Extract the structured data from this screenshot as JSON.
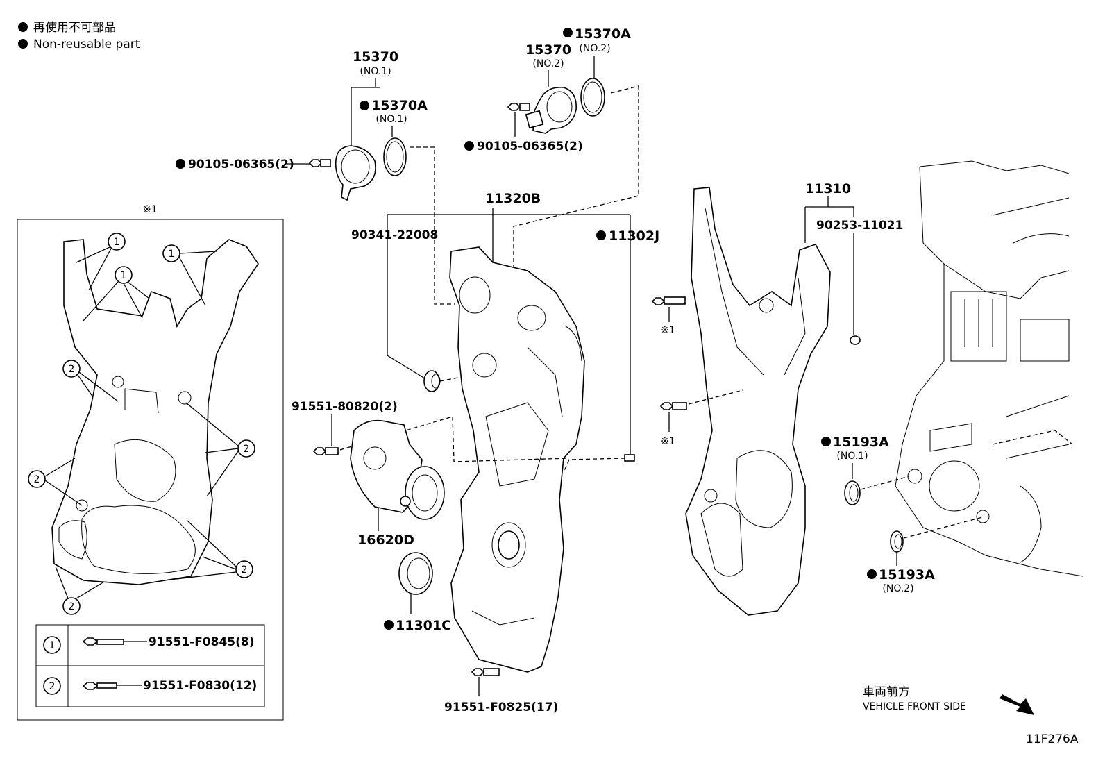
{
  "legend": {
    "japanese": "再使用不可部品",
    "english": "Non-reusable part"
  },
  "callouts": {
    "p15370_no1": "15370",
    "p15370_no1_sub": "(NO.1)",
    "p15370A_no1": "15370A",
    "p15370A_no1_sub": "(NO.1)",
    "p15370_no2": "15370",
    "p15370_no2_sub": "(NO.2)",
    "p15370A_no2": "15370A",
    "p15370A_no2_sub": "(NO.2)",
    "bolt_left": "90105-06365(2)",
    "bolt_top": "90105-06365(2)",
    "p11320B": "11320B",
    "p90341": "90341-22008",
    "p11302J": "11302J",
    "p11310": "11310",
    "p90253": "90253-11021",
    "p91551_80820": "91551-80820(2)",
    "p16620D": "16620D",
    "p11301C": "11301C",
    "p91551_F0825": "91551-F0825(17)",
    "p15193A_no1": "15193A",
    "p15193A_no1_sub": "(NO.1)",
    "p15193A_no2": "15193A",
    "p15193A_no2_sub": "(NO.2)",
    "note_mark_1": "※1",
    "note_mark_2": "※1",
    "inset_mark": "※1"
  },
  "inset_table": {
    "row1_key": "1",
    "row1_part": "91551-F0845(8)",
    "row2_key": "2",
    "row2_part": "91551-F0830(12)"
  },
  "inset_markers": [
    "1",
    "1",
    "1",
    "2",
    "2",
    "2",
    "2",
    "2"
  ],
  "direction": {
    "japanese": "車両前方",
    "english": "VEHICLE FRONT SIDE"
  },
  "figure_code": "11F276A"
}
